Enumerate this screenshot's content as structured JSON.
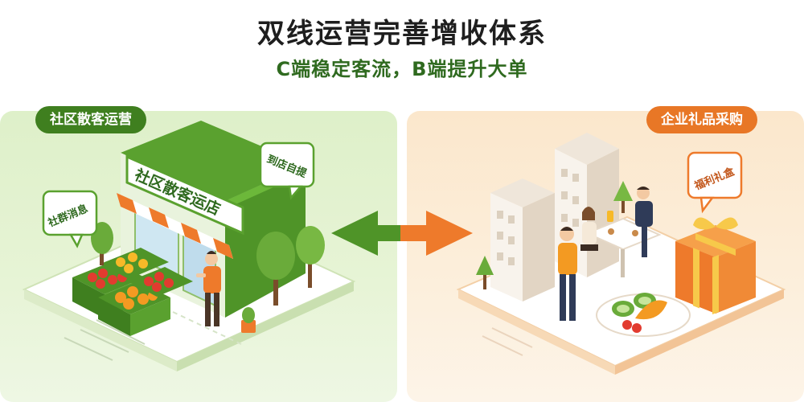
{
  "header": {
    "title": "双线运营完善增收体系",
    "subtitle": "C端稳定客流，B端提升大单"
  },
  "left": {
    "badge": "社区散客运营",
    "store_sign": "社区散客运店",
    "bubble_pickup": "到店自提",
    "bubble_group": "社群消息"
  },
  "right": {
    "badge": "企业礼品采购",
    "bubble_gift": "福利礼盒"
  },
  "colors": {
    "green_dark": "#3f7f1f",
    "green_mid": "#6aab3a",
    "orange": "#e87726",
    "panel_green": "#def0c9",
    "panel_orange": "#fbe7cc"
  }
}
